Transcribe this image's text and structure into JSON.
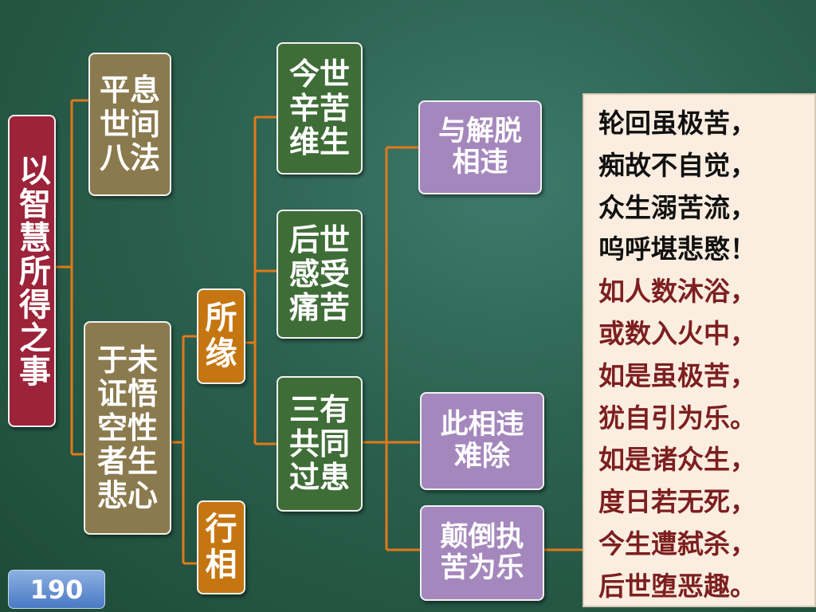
{
  "colors": {
    "red": "#9c2339",
    "olive": "#8b7a4e",
    "orange": "#c57611",
    "green": "#3f6d37",
    "purple": "#a487bd",
    "connector": "#e07a1a"
  },
  "root": {
    "label": "以智慧所得之事"
  },
  "level1": [
    {
      "lines": [
        "平息",
        "世间",
        "八法"
      ]
    },
    {
      "lines": [
        "于未",
        "证悟",
        "空性",
        "者生",
        "悲心"
      ]
    }
  ],
  "level2": [
    {
      "lines": [
        "所",
        "缘"
      ]
    },
    {
      "lines": [
        "行",
        "相"
      ]
    }
  ],
  "level3": [
    {
      "lines": [
        "今世",
        "辛苦",
        "维生"
      ]
    },
    {
      "lines": [
        "后世",
        "感受",
        "痛苦"
      ]
    },
    {
      "lines": [
        "三有",
        "共同",
        "过患"
      ]
    }
  ],
  "level4": [
    {
      "lines": [
        "与解脱",
        "相违"
      ]
    },
    {
      "lines": [
        "此相违",
        "难除"
      ]
    },
    {
      "lines": [
        "颠倒执",
        "苦为乐"
      ]
    }
  ],
  "verse": {
    "lines": [
      "轮回虽极苦，",
      "痴故不自觉，",
      "众生溺苦流，",
      "呜呼堪悲愍！",
      "如人数沐浴，",
      "或数入火中，",
      "如是虽极苦，",
      "犹自引为乐。",
      "如是诸众生，",
      "度日若无死，",
      "今生遭弑杀，",
      "后世堕恶趣。"
    ],
    "black_count": 4
  },
  "page_number": "190"
}
